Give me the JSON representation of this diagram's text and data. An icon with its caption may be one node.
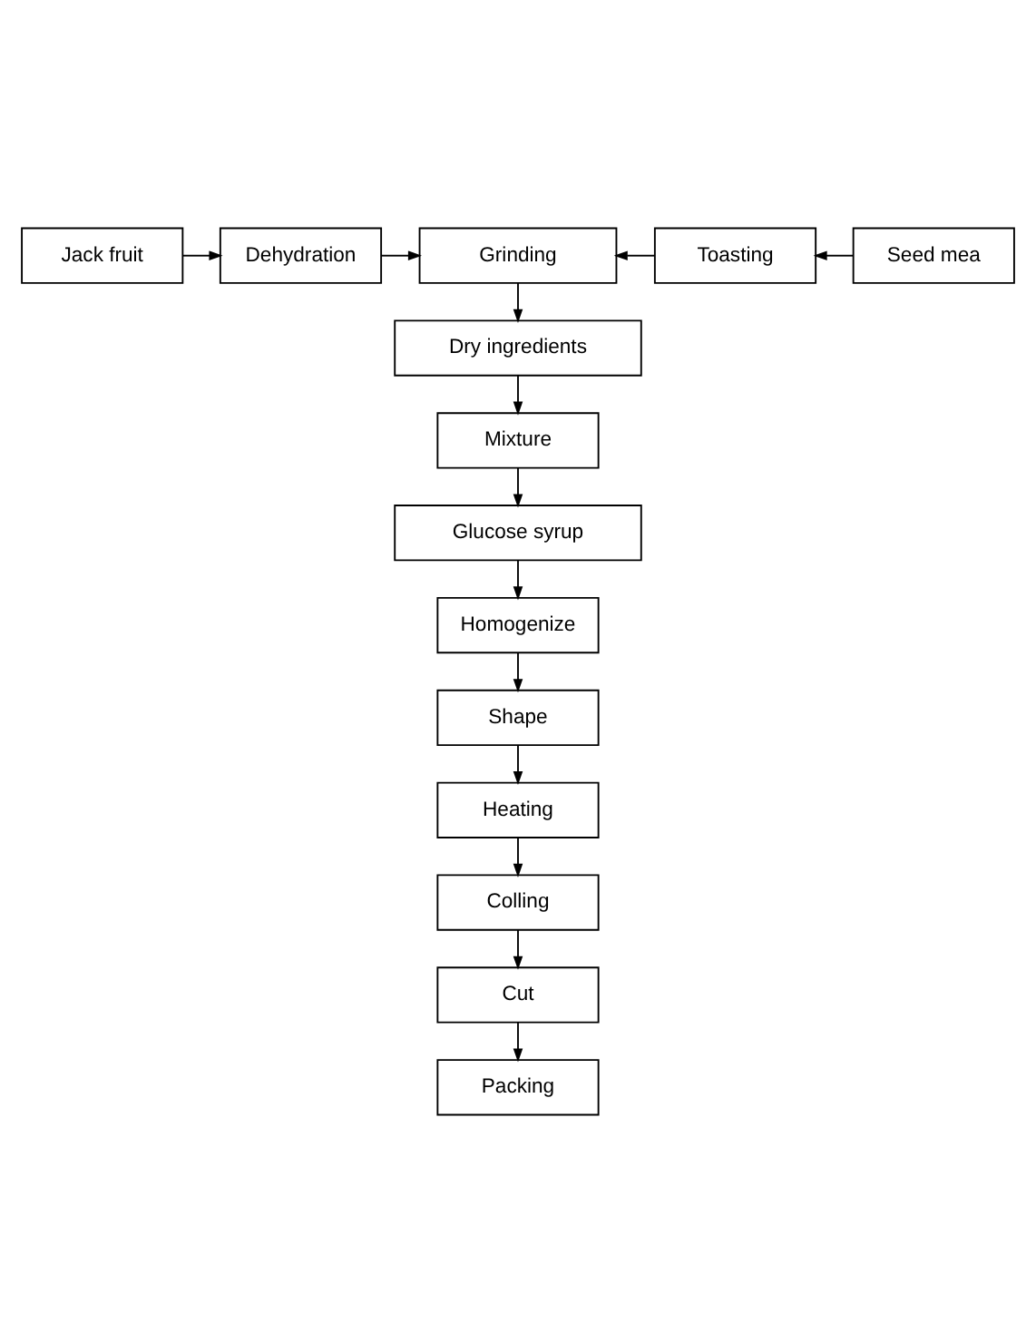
{
  "diagram": {
    "nodes": [
      {
        "text": [
          "Jack fruit"
        ]
      },
      {
        "text": [
          "Dehydration"
        ]
      },
      {
        "text": [
          "Grinding"
        ]
      },
      {
        "text": [
          "Toasting"
        ]
      },
      {
        "text": [
          "Seed mea"
        ]
      },
      {
        "text": [
          "Dry ingredients"
        ]
      },
      {
        "text": [
          "Mixture"
        ]
      },
      {
        "text": [
          "Glucose syrup"
        ]
      },
      {
        "text": [
          "Homogenize"
        ]
      },
      {
        "text": [
          "Shape"
        ]
      },
      {
        "text": [
          "Heating"
        ]
      },
      {
        "text": [
          "Colling"
        ]
      },
      {
        "text": [
          "Cut"
        ]
      },
      {
        "text": [
          "Packing"
        ]
      }
    ],
    "edges": [
      {
        "from": 0,
        "to": 1,
        "arrow": "to"
      },
      {
        "from": 1,
        "to": 2,
        "arrow": "to"
      },
      {
        "from": 3,
        "to": 2,
        "arrow": "to"
      },
      {
        "from": 4,
        "to": 3,
        "arrow": "to"
      },
      {
        "from": 2,
        "to": 5,
        "arrow": "to"
      },
      {
        "from": 5,
        "to": 6,
        "arrow": "to"
      },
      {
        "from": 6,
        "to": 7,
        "arrow": "to"
      },
      {
        "from": 7,
        "to": 8,
        "arrow": "to"
      },
      {
        "from": 8,
        "to": 9,
        "arrow": "to"
      },
      {
        "from": 9,
        "to": 10,
        "arrow": "to"
      },
      {
        "from": 10,
        "to": 11,
        "arrow": "to"
      },
      {
        "from": 11,
        "to": 12,
        "arrow": "to"
      },
      {
        "from": 12,
        "to": 13,
        "arrow": "to"
      }
    ]
  }
}
